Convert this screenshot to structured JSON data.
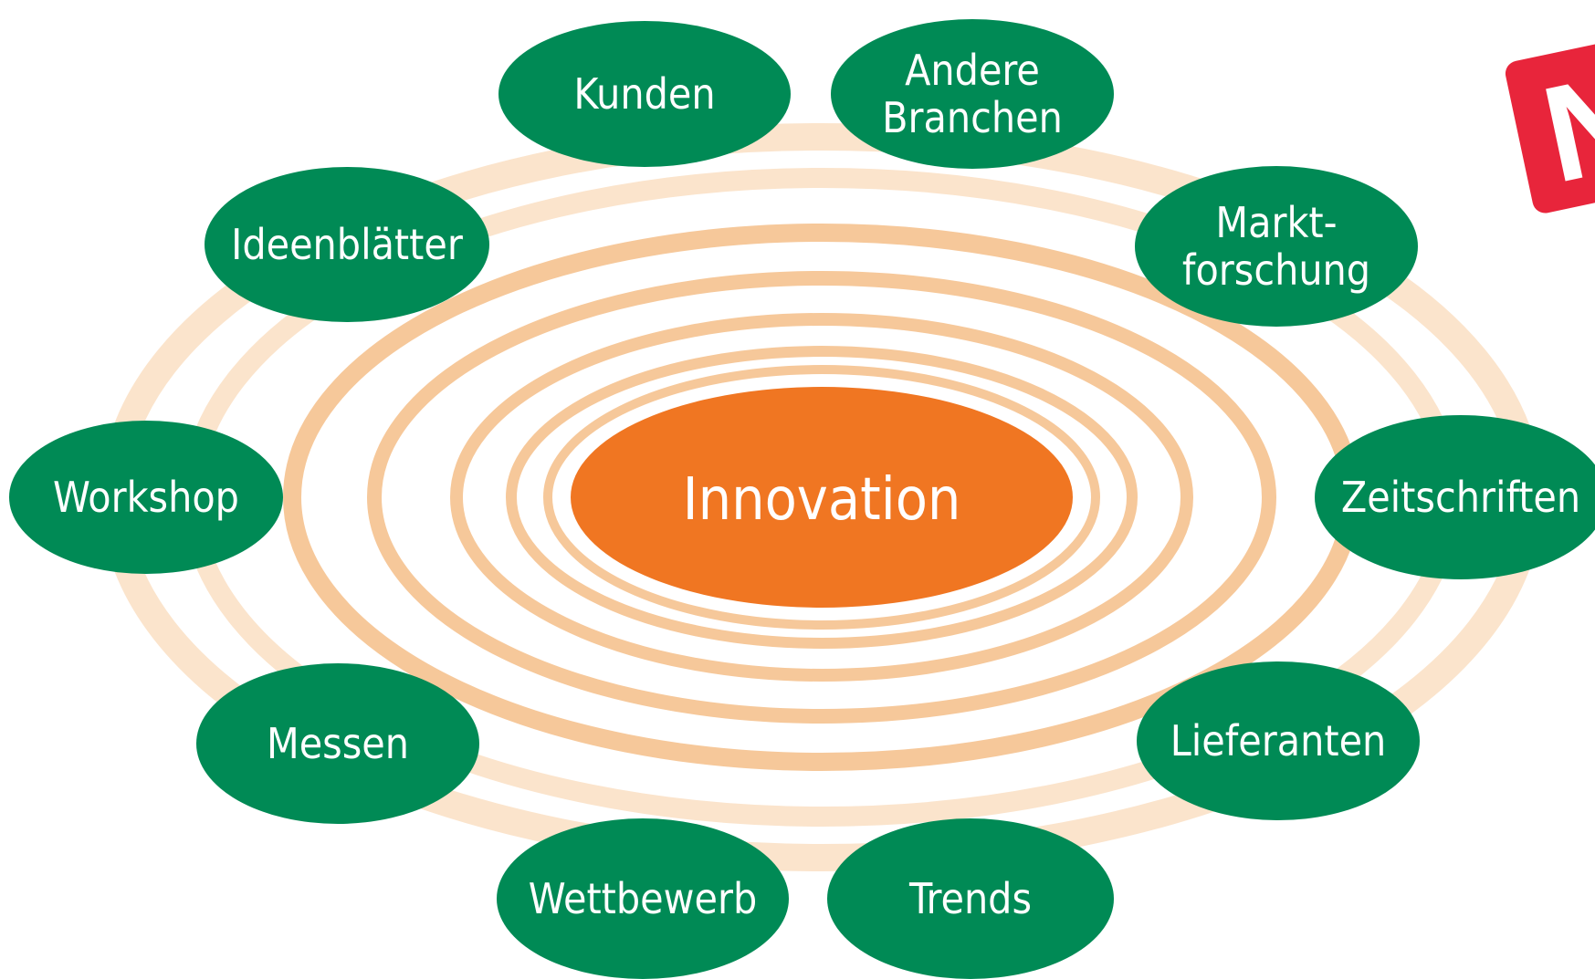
{
  "center": {
    "label": "Innovation"
  },
  "nodes": [
    {
      "id": "kunden",
      "lines": [
        "Kunden"
      ]
    },
    {
      "id": "andere-branchen",
      "lines": [
        "Andere",
        "Branchen"
      ]
    },
    {
      "id": "ideenblaetter",
      "lines": [
        "Ideenblätter"
      ]
    },
    {
      "id": "marktforschung",
      "lines": [
        "Markt-",
        "forschung"
      ]
    },
    {
      "id": "workshop",
      "lines": [
        "Workshop"
      ]
    },
    {
      "id": "zeitschriften",
      "lines": [
        "Zeitschriften"
      ]
    },
    {
      "id": "messen",
      "lines": [
        "Messen"
      ]
    },
    {
      "id": "lieferanten",
      "lines": [
        "Lieferanten"
      ]
    },
    {
      "id": "wettbewerb",
      "lines": [
        "Wettbewerb"
      ]
    },
    {
      "id": "trends",
      "lines": [
        "Trends"
      ]
    }
  ],
  "badge": {
    "text": "N"
  },
  "colors": {
    "node_fill": "#008a55",
    "center_fill": "#f07622",
    "ring": "#f6c89a",
    "ring_light": "#fbe4cc",
    "badge_fill": "#e8253b"
  }
}
